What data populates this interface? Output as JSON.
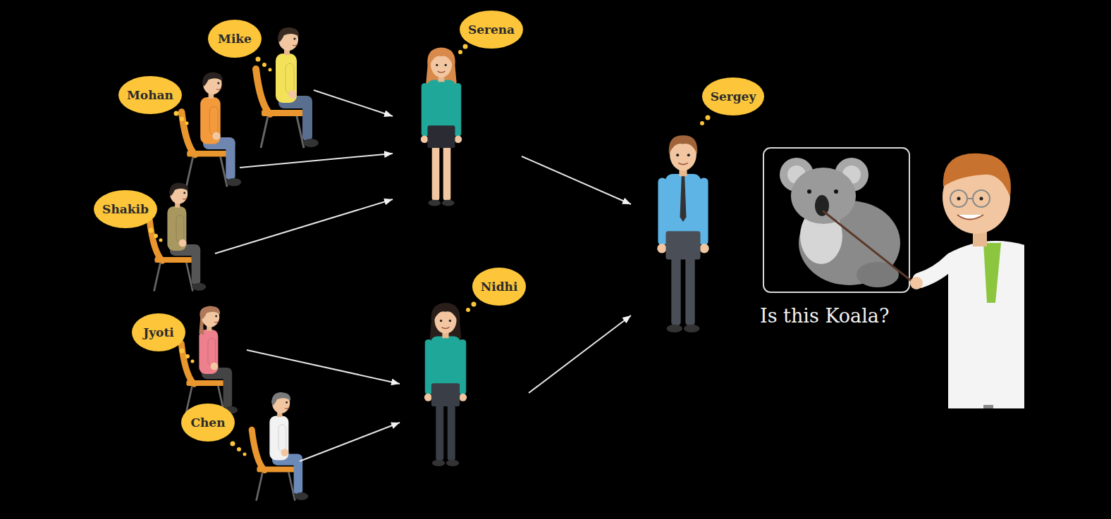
{
  "diagram": {
    "nodes": [
      {
        "text": [
          "Mike"
        ]
      },
      {
        "text": [
          "Mohan"
        ]
      },
      {
        "text": [
          "Shakib"
        ]
      },
      {
        "text": [
          "Jyoti"
        ]
      },
      {
        "text": [
          "Chen"
        ]
      },
      {
        "text": [
          "Serena"
        ]
      },
      {
        "text": [
          "Nidhi"
        ]
      },
      {
        "text": [
          "Sergey"
        ]
      }
    ],
    "edges": [
      {
        "from": 0,
        "to": 5,
        "arrow": "to"
      },
      {
        "from": 1,
        "to": 5,
        "arrow": "to"
      },
      {
        "from": 2,
        "to": 5,
        "arrow": "to"
      },
      {
        "from": 3,
        "to": 6,
        "arrow": "to"
      },
      {
        "from": 4,
        "to": 6,
        "arrow": "to"
      },
      {
        "from": 5,
        "to": 7,
        "arrow": "to"
      },
      {
        "from": 6,
        "to": 7,
        "arrow": "to"
      }
    ],
    "labels": [
      "Is this Koala?"
    ]
  }
}
